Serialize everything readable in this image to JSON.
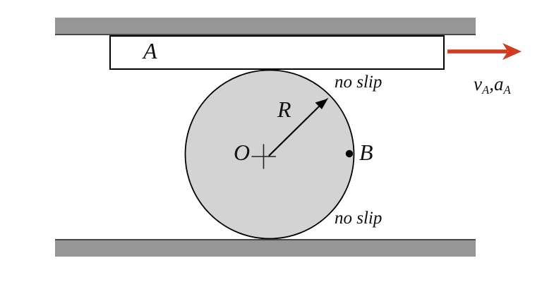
{
  "diagram": {
    "labels": {
      "plate": "A",
      "radius": "R",
      "center": "O",
      "point_b": "B",
      "no_slip_top": "no slip",
      "no_slip_bottom": "no slip"
    },
    "velocity_label": {
      "v": "v",
      "v_sub": "A",
      "comma": ",",
      "a": "a",
      "a_sub": "A"
    },
    "colors": {
      "wall_gray": "#969696",
      "wall_edge": "#4a4a4a",
      "disk_fill": "#d3d3d3",
      "outline_black": "#000000",
      "arrow_red": "#d23b20"
    }
  }
}
